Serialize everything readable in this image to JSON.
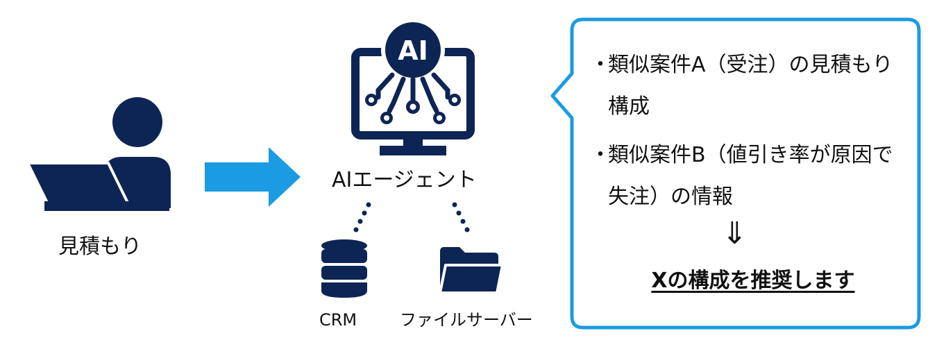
{
  "colors": {
    "icon_navy": "#0d2554",
    "arrow_blue": "#1a9be2",
    "bubble_border": "#1a9be2"
  },
  "icons": {
    "user": "user-with-laptop-icon",
    "agent": "ai-monitor-icon",
    "crm": "database-icon",
    "file_server": "folder-icon"
  },
  "nodes": {
    "user_label": "見積もり",
    "agent_label": "AIエージェント",
    "agent_badge": "AI",
    "crm_label": "CRM",
    "file_server_label": "ファイルサーバー"
  },
  "bubble": {
    "bullet_mark": "・",
    "items": [
      "類似案件A（受注）の見積もり構成",
      "類似案件B（値引き率が原因で失注）の情報"
    ],
    "arrow": "⇓",
    "conclusion": "Xの構成を推奨します"
  }
}
